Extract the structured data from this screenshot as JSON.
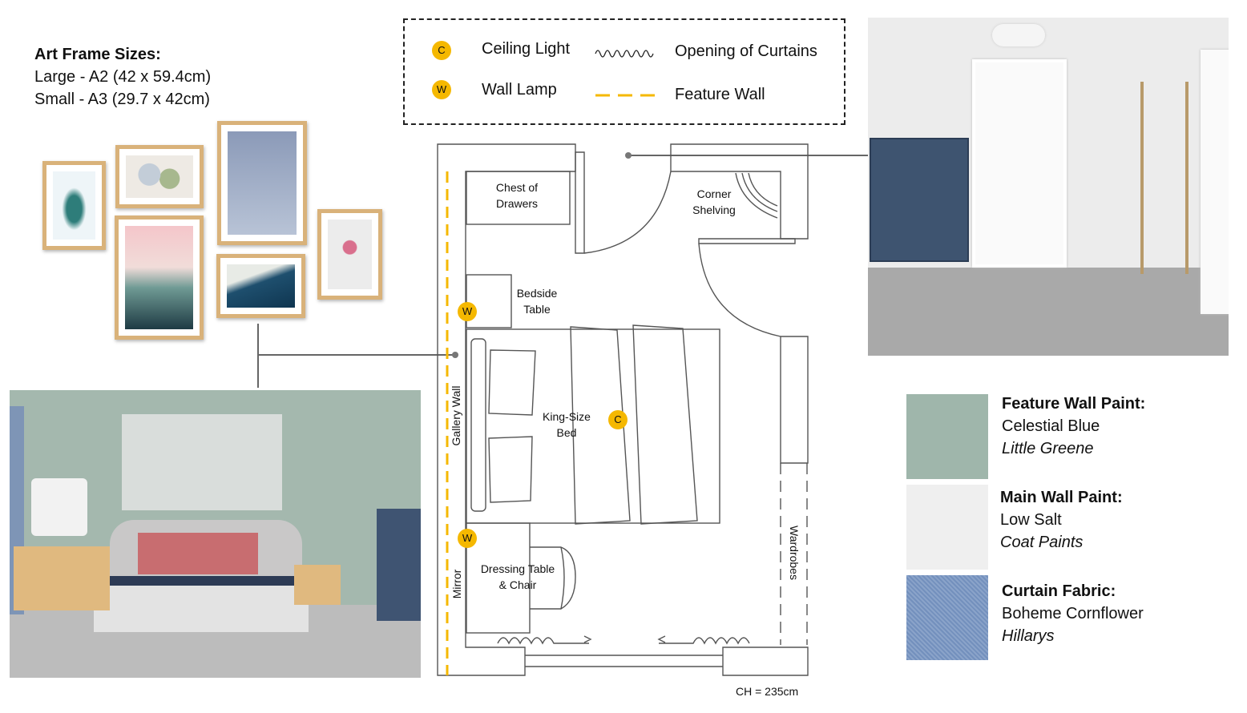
{
  "art_sizes": {
    "title": "Art Frame Sizes:",
    "large": "Large - A2 (42 x 59.4cm)",
    "small": "Small - A3 (29.7 x 42cm)"
  },
  "legend": {
    "ceiling_symbol": "C",
    "ceiling_label": "Ceiling Light",
    "wall_symbol": "W",
    "wall_label": "Wall Lamp",
    "curtain_label": "Opening of Curtains",
    "feature_label": "Feature Wall"
  },
  "plan": {
    "chest": "Chest of Drawers",
    "corner": "Corner Shelving",
    "bedside": "Bedside Table",
    "bed": "King-Size Bed",
    "dressing": "Dressing Table & Chair",
    "gallery": "Gallery Wall",
    "mirror": "Mirror",
    "wardrobes": "Wardrobes",
    "ceiling_height": "CH = 235cm"
  },
  "swatches": [
    {
      "title": "Feature Wall Paint:",
      "name": "Celestial Blue",
      "brand": "Little Greene",
      "color": "#9fb6ab"
    },
    {
      "title": "Main Wall Paint:",
      "name": "Low Salt",
      "brand": "Coat Paints",
      "color": "#efefef"
    },
    {
      "title": "Curtain Fabric:",
      "name": "Boheme Cornflower",
      "brand": "Hillarys",
      "color": "#7894c0"
    }
  ],
  "colors": {
    "accent": "#f5b800",
    "line": "#555555"
  }
}
